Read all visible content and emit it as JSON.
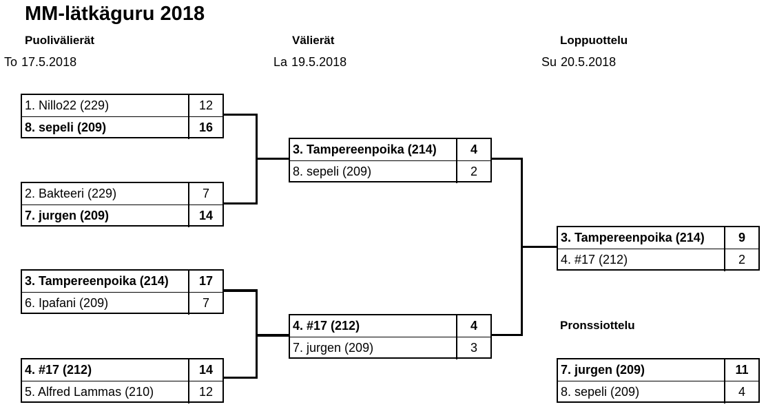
{
  "title": "MM-lätkäguru 2018",
  "rounds": {
    "quarterfinals": {
      "label": "Puolivälierät",
      "weekday": "To",
      "date": "17.5.2018"
    },
    "semifinals": {
      "label": "Välierät",
      "weekday": "La",
      "date": "19.5.2018"
    },
    "final": {
      "label": "Loppuottelu",
      "weekday": "Su",
      "date": "20.5.2018"
    },
    "bronze": {
      "label": "Pronssiottelu"
    }
  },
  "matches": {
    "qf1": {
      "teams": [
        {
          "name": "1. Nillo22 (229)",
          "score": "12",
          "winner": false
        },
        {
          "name": "8. sepeli (209)",
          "score": "16",
          "winner": true
        }
      ]
    },
    "qf2": {
      "teams": [
        {
          "name": "2. Bakteeri (229)",
          "score": "7",
          "winner": false
        },
        {
          "name": "7. jurgen (209)",
          "score": "14",
          "winner": true
        }
      ]
    },
    "qf3": {
      "teams": [
        {
          "name": "3. Tampereenpoika (214)",
          "score": "17",
          "winner": true
        },
        {
          "name": "6. Ipafani (209)",
          "score": "7",
          "winner": false
        }
      ]
    },
    "qf4": {
      "teams": [
        {
          "name": "4. #17 (212)",
          "score": "14",
          "winner": true
        },
        {
          "name": "5. Alfred Lammas (210)",
          "score": "12",
          "winner": false
        }
      ]
    },
    "sf1": {
      "teams": [
        {
          "name": "3. Tampereenpoika (214)",
          "score": "4",
          "winner": true
        },
        {
          "name": "8. sepeli (209)",
          "score": "2",
          "winner": false
        }
      ]
    },
    "sf2": {
      "teams": [
        {
          "name": "4. #17 (212)",
          "score": "4",
          "winner": true
        },
        {
          "name": "7. jurgen (209)",
          "score": "3",
          "winner": false
        }
      ]
    },
    "final": {
      "teams": [
        {
          "name": "3. Tampereenpoika (214)",
          "score": "9",
          "winner": true
        },
        {
          "name": "4. #17 (212)",
          "score": "2",
          "winner": false
        }
      ]
    },
    "bronze": {
      "teams": [
        {
          "name": "7. jurgen (209)",
          "score": "11",
          "winner": true
        },
        {
          "name": "8. sepeli (209)",
          "score": "4",
          "winner": false
        }
      ]
    }
  }
}
